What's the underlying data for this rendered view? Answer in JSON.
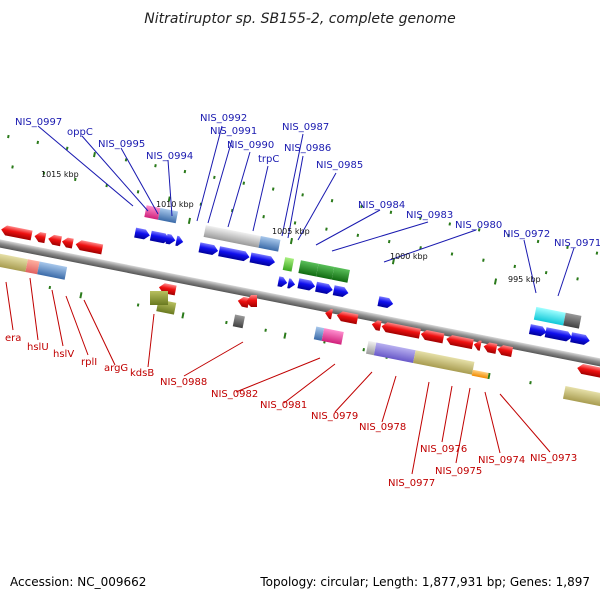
{
  "title": "Nitratiruptor sp. SB155-2, complete genome",
  "footer": {
    "accession": "Accession: NC_009662",
    "stats": "Topology: circular; Length: 1,877,931 bp; Genes: 1,897"
  },
  "scale_labels": [
    "1015 kbp",
    "1010 kbp",
    "1005 kbp",
    "1000 kbp",
    "995 kbp"
  ],
  "top_labels": [
    "NIS_0997",
    "oppC",
    "NIS_0995",
    "NIS_0994",
    "NIS_0992",
    "NIS_0991",
    "NIS_0990",
    "trpC",
    "NIS_0987",
    "NIS_0986",
    "NIS_0985",
    "NIS_0984",
    "NIS_0983",
    "NIS_0980",
    "NIS_0972",
    "NIS_0971"
  ],
  "bottom_labels": [
    "era",
    "hslU",
    "hslV",
    "rplI",
    "argG",
    "kdsB",
    "NIS_0988",
    "NIS_0982",
    "NIS_0981",
    "NIS_0979",
    "NIS_0978",
    "NIS_0977",
    "NIS_0976",
    "NIS_0975",
    "NIS_0974",
    "NIS_0973"
  ],
  "colors": {
    "forward_gene": "#0a0aee",
    "reverse_gene": "#ee0a0a",
    "label_forward": "#1a1ab0",
    "label_reverse": "#c00000",
    "backbone": "#8a8a8a",
    "tick": "#2a7a1a"
  }
}
